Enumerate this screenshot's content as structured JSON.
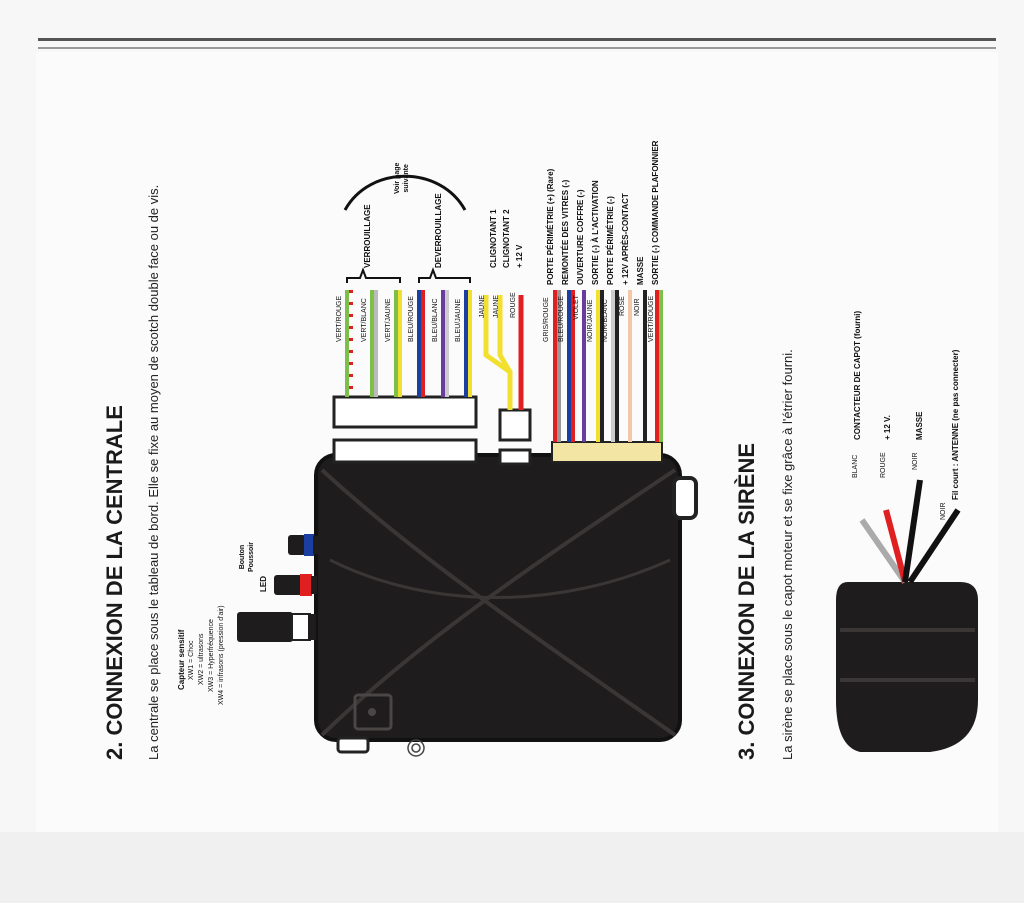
{
  "section2": {
    "title": "2. CONNEXION DE LA CENTRALE",
    "intro": "La centrale se place sous le tableau de bord. Elle se fixe au moyen de scotch double face ou de vis."
  },
  "section3": {
    "title": "3. CONNEXION DE LA SIRÈNE",
    "intro": "La sirène se place sous le capot moteur et se fixe grâce à l'étrier fourni."
  },
  "sensor": {
    "title": "Capteur sensitif",
    "lines": [
      "XW1 = Choc",
      "XW2 = ultrasons",
      "XW3 = Hyperfréquence",
      "XW4 = infrasons (pression d'air)"
    ]
  },
  "led_label": "LED",
  "button_label": "Bouton\nPoussoir",
  "see_next_page": "Voir page\nsuivante",
  "groups": {
    "lock": "VERROUILLAGE",
    "unlock": "DEVERROUILLAGE"
  },
  "wires_main": [
    {
      "color_label": "VERT/ROUGE",
      "function": ""
    },
    {
      "color_label": "VERT/BLANC",
      "function": ""
    },
    {
      "color_label": "VERT/JAUNE",
      "function": ""
    },
    {
      "color_label": "BLEU/ROUGE",
      "function": ""
    },
    {
      "color_label": "BLEU/BLANC",
      "function": ""
    },
    {
      "color_label": "BLEU/JAUNE",
      "function": ""
    },
    {
      "color_label": "JAUNE",
      "function": "CLIGNOTANT 1"
    },
    {
      "color_label": "JAUNE",
      "function": "CLIGNOTANT 2"
    },
    {
      "color_label": "ROUGE",
      "function": "+ 12 V"
    },
    {
      "color_label": "GRIS/ROUGE",
      "function": "PORTE PÉRIMÉTRIE (+) (Rare)"
    },
    {
      "color_label": "BLEU/ROUGE",
      "function": "REMONTÉE DES VITRES (-)"
    },
    {
      "color_label": "VIOLET",
      "function": "OUVERTURE COFFRE (-)"
    },
    {
      "color_label": "NOIR/JAUNE",
      "function": "SORTIE (-) À L'ACTIVATION"
    },
    {
      "color_label": "NOIR/BLANC",
      "function": "PORTE PÉRIMÉTRIE (-)"
    },
    {
      "color_label": "ROSE",
      "function": "+ 12V APRÈS-CONTACT"
    },
    {
      "color_label": "NOIR",
      "function": "MASSE"
    },
    {
      "color_label": "VERT/ROUGE",
      "function": "SORTIE (-) COMMANDE PLAFONNIER"
    }
  ],
  "siren_wires": [
    {
      "color_label": "BLANC",
      "function": "CONTACTEUR DE CAPOT (fourni)"
    },
    {
      "color_label": "ROUGE",
      "function": "+ 12 V."
    },
    {
      "color_label": "NOIR",
      "function": "MASSE"
    },
    {
      "color_label": "NOIR",
      "function": "Fil court : ANTENNE (ne pas connecter)"
    }
  ],
  "colors": {
    "module": "#1e1c1c",
    "heading": "#1a1a1a",
    "accent_red": "#e02020",
    "accent_blue": "#1b3fa0"
  }
}
